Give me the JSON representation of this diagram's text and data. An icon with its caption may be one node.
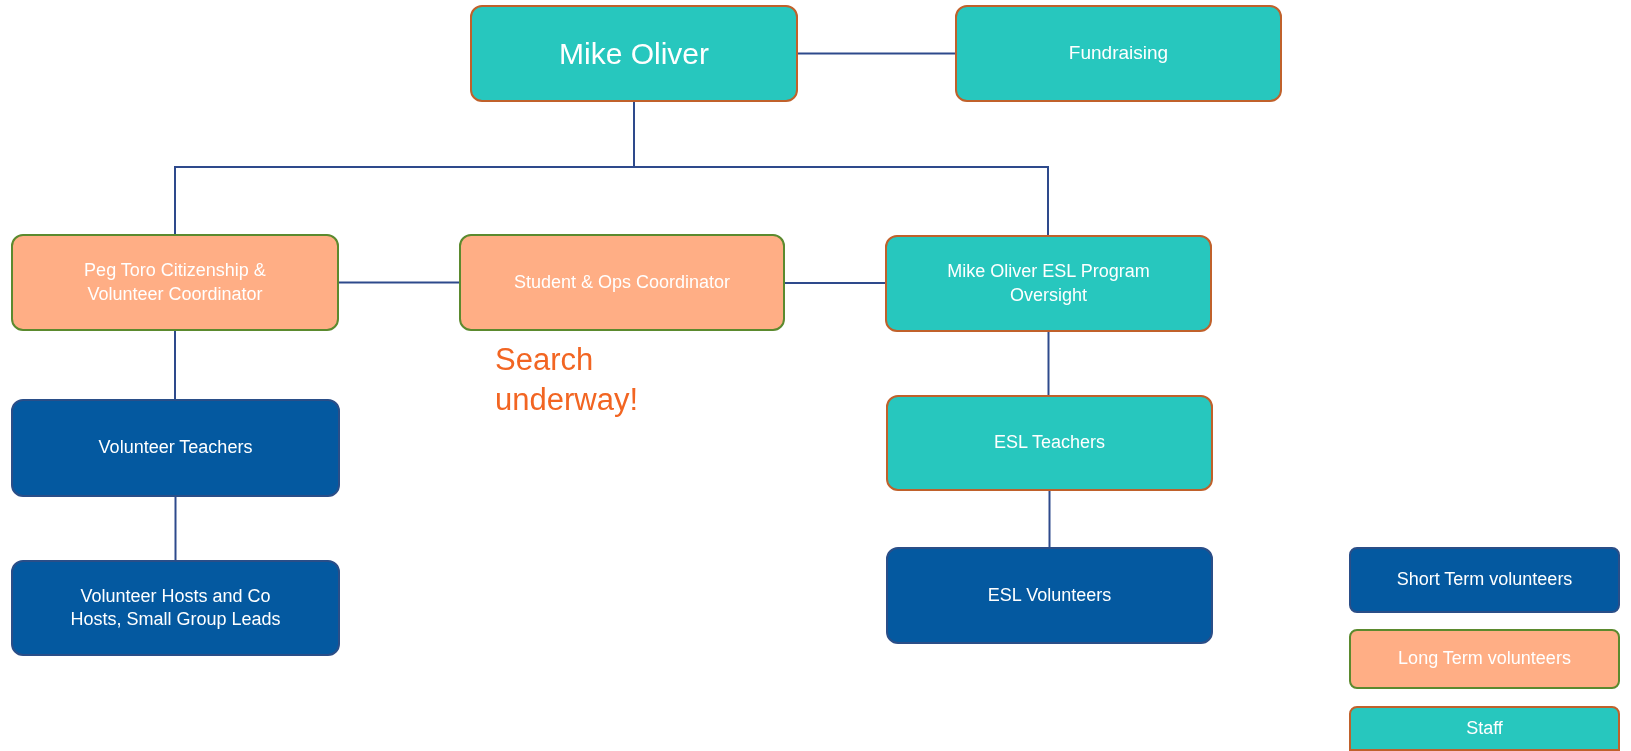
{
  "diagram": {
    "nodes": [
      {
        "text": [
          "Mike Oliver"
        ]
      },
      {
        "text": [
          "Fundraising"
        ]
      },
      {
        "text": [
          "Peg Toro Citizenship & Volunteer Coordinator"
        ]
      },
      {
        "text": [
          "Student  & Ops Coordinator"
        ]
      },
      {
        "text": [
          "Mike Oliver ESL Program Oversight"
        ]
      },
      {
        "text": [
          "Volunteer Teachers"
        ]
      },
      {
        "text": [
          "ESL Teachers"
        ]
      },
      {
        "text": [
          "Volunteer Hosts and Co Hosts, Small Group Leads"
        ]
      },
      {
        "text": [
          "ESL Volunteers"
        ]
      }
    ],
    "edges": [
      {
        "from": 0,
        "to": 1,
        "arrow": "none"
      },
      {
        "from": 0,
        "to": 2,
        "arrow": "none"
      },
      {
        "from": 0,
        "to": 4,
        "arrow": "none"
      },
      {
        "from": 2,
        "to": 3,
        "arrow": "none"
      },
      {
        "from": 3,
        "to": 4,
        "arrow": "none"
      },
      {
        "from": 2,
        "to": 5,
        "arrow": "none"
      },
      {
        "from": 5,
        "to": 7,
        "arrow": "none"
      },
      {
        "from": 4,
        "to": 6,
        "arrow": "none"
      },
      {
        "from": 6,
        "to": 8,
        "arrow": "none"
      }
    ],
    "labels": [
      "Search underway!"
    ],
    "legend": [
      {
        "text": "Short Term volunteers",
        "color": "#0459a0"
      },
      {
        "text": "Long Term volunteers",
        "color": "#ffae85"
      },
      {
        "text": "Staff",
        "color": "#27c7be"
      }
    ]
  }
}
